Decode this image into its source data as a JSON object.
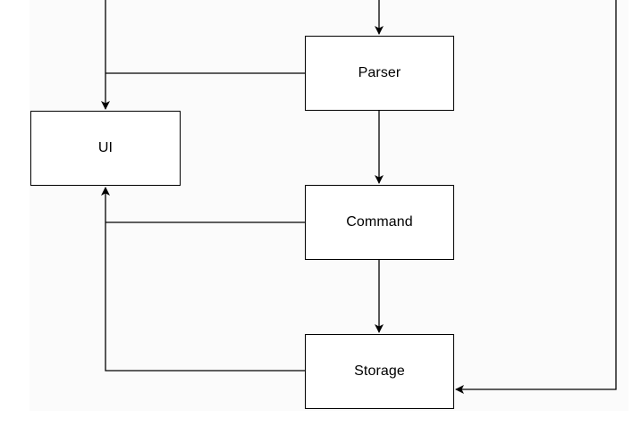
{
  "diagram": {
    "nodes": {
      "ui": {
        "label": "UI"
      },
      "parser": {
        "label": "Parser"
      },
      "command": {
        "label": "Command"
      },
      "storage": {
        "label": "Storage"
      }
    },
    "edges": [
      {
        "from": "(above)",
        "to": "ui"
      },
      {
        "from": "(above)",
        "to": "parser"
      },
      {
        "from": "(right side)",
        "to": "storage"
      },
      {
        "from": "parser",
        "to": "ui"
      },
      {
        "from": "parser",
        "to": "command"
      },
      {
        "from": "command",
        "to": "ui"
      },
      {
        "from": "command",
        "to": "storage"
      },
      {
        "from": "storage",
        "to": "ui"
      }
    ],
    "colors": {
      "background": "#fbfbfb",
      "line": "#000000",
      "node_fill": "#ffffff"
    }
  }
}
